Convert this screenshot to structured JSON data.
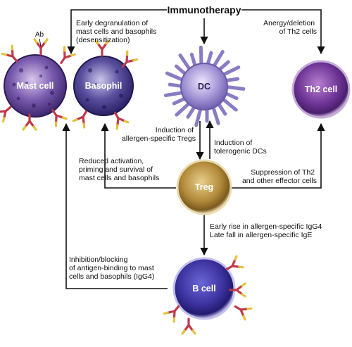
{
  "title": "Immunotherapy",
  "cells": {
    "mast": "Mast cell",
    "basophil": "Basophil",
    "dc": "DC",
    "th2": "Th2 cell",
    "treg": "Treg",
    "bcell": "B cell"
  },
  "ab_label": "Ab",
  "annotations": {
    "degranulation": [
      "Early degranulation of",
      "mast cells and basophils",
      "(desensitization)"
    ],
    "anergy": [
      "Anergy/deletion",
      "of Th2 cells"
    ],
    "induction_tregs": [
      "Induction of",
      "allergen-specific Tregs"
    ],
    "induction_dcs": [
      "Induction of",
      "tolerogenic DCs"
    ],
    "reduced_activation": [
      "Reduced activation,",
      "priming and survival of",
      "mast cells and basophils"
    ],
    "suppression_th2": [
      "Suppression of Th2",
      "and other effector cells"
    ],
    "igg4_ige": [
      "Early rise in allergen-specific IgG4",
      "Late fall in allergen-specific IgE"
    ],
    "inhibition": [
      "Inhibition/blocking",
      "of antigen-binding to mast",
      "cells and basophils (IgG4)"
    ]
  },
  "colors": {
    "mast": "#5a3a8f",
    "basophil": "#3b2f7a",
    "dc": "#9d8fd0",
    "th2": "#6d3a94",
    "treg": "#b38a3a",
    "bcell": "#3c33a0",
    "antibody_red": "#c0394b",
    "antibody_yellow": "#e3c23c"
  }
}
